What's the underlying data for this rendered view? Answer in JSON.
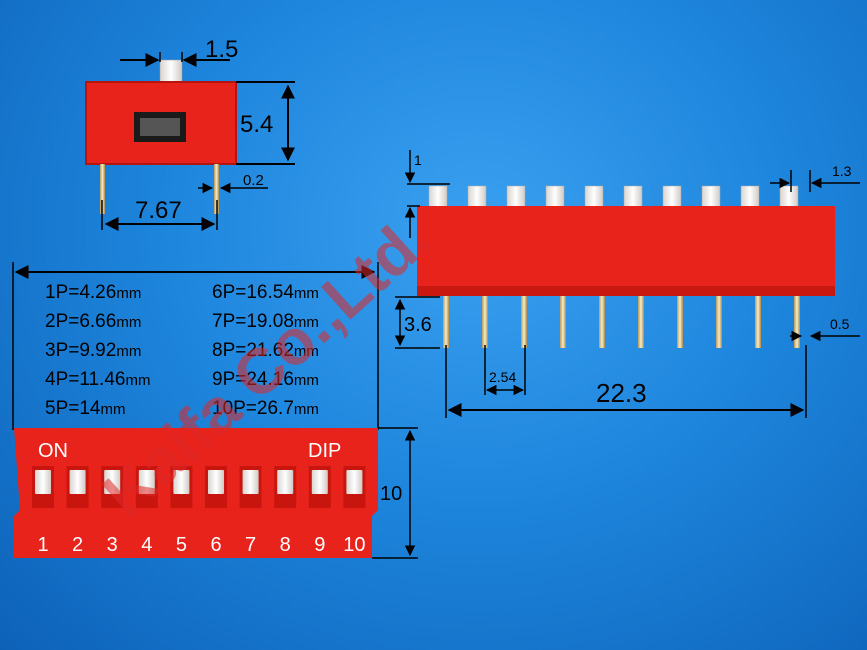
{
  "top_view": {
    "actuator_width": "1.5",
    "body_height": "5.4",
    "pin_width": "0.2",
    "body_length": "7.67"
  },
  "side_view": {
    "actuator_height": "1",
    "actuator_width": "1.3",
    "pin_length": "3.6",
    "pin_pitch": "2.54",
    "pin_thickness": "0.5",
    "total_length": "22.3"
  },
  "length_table": [
    {
      "left": "1P=4.26",
      "left_unit": "mm",
      "right": "6P=16.54",
      "right_unit": "mm"
    },
    {
      "left": "2P=6.66",
      "left_unit": "mm",
      "right": "7P=19.08",
      "right_unit": "mm"
    },
    {
      "left": "3P=9.92",
      "left_unit": "mm",
      "right": "8P=21.62",
      "right_unit": "mm"
    },
    {
      "left": "4P=11.46",
      "left_unit": "mm",
      "right": "9P=24.16",
      "right_unit": "mm"
    },
    {
      "left": "5P=14",
      "left_unit": "mm",
      "right": "10P=26.7",
      "right_unit": "mm"
    }
  ],
  "front_view": {
    "on_label": "ON",
    "dip_label": "DIP",
    "height": "10",
    "switch_numbers": [
      "1",
      "2",
      "3",
      "4",
      "5",
      "6",
      "7",
      "8",
      "9",
      "10"
    ]
  },
  "watermark": "Kaifa Co.,Ltd.",
  "colors": {
    "body_red": "#e8231c",
    "dark_red": "#b5140f",
    "actuator": "#f4f2f0",
    "pin": "#e8d6a8",
    "background": "#1e86dd"
  }
}
